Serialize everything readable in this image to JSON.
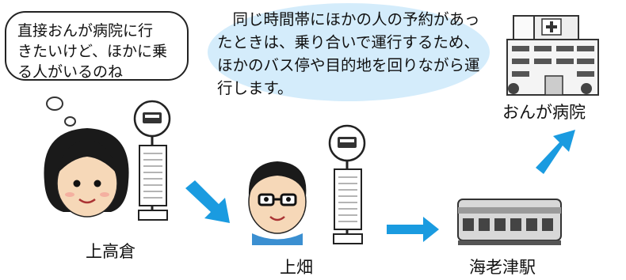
{
  "speech_bubble": {
    "lines": [
      "直接おんが病院に行",
      "きたいけど、ほかに乗",
      "る人がいるのね"
    ]
  },
  "cloud_bubble": {
    "text": "同じ時間帯にほかの人の予約があったときは、乗り合いで運行するため、ほかのバス停や目的地を回りながら運行します。"
  },
  "places": {
    "kamitakakura": "上高倉",
    "kamihata": "上畑",
    "ebitsu_station": "海老津駅",
    "onga_hospital": "おんが病院"
  },
  "colors": {
    "arrow": "#1a9be0",
    "cloud": "#d4ecfb",
    "skin": "#f6d8b8",
    "hair": "#1a1a1a"
  }
}
